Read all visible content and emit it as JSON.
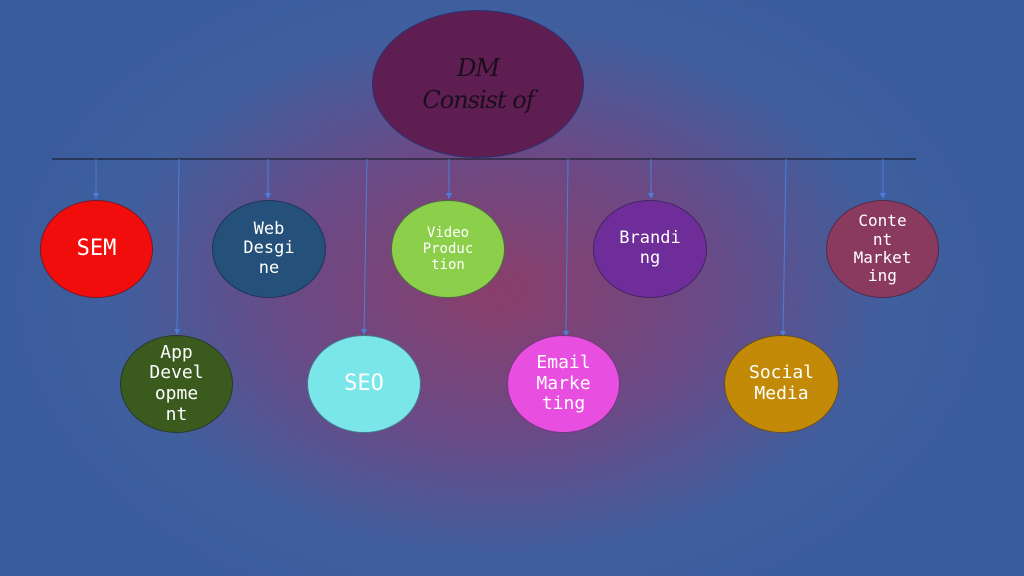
{
  "title": {
    "line1": "DM",
    "line2": "Consist of"
  },
  "nodes": [
    {
      "id": "sem",
      "label": "SEM",
      "color": "#f20d0d"
    },
    {
      "id": "app-development",
      "label": "App\nDevel\nopme\nnt",
      "color": "#3a5a1e"
    },
    {
      "id": "web-design",
      "label": "Web\nDesgi\nne",
      "color": "#24507a"
    },
    {
      "id": "seo",
      "label": "SEO",
      "color": "#7ae6ea"
    },
    {
      "id": "video-production",
      "label": "Video\nProduc\ntion",
      "color": "#8ccf4a"
    },
    {
      "id": "email-marketing",
      "label": "Email\nMarke\nting",
      "color": "#e84fe0"
    },
    {
      "id": "branding",
      "label": "Brandi\nng",
      "color": "#6f2d9a"
    },
    {
      "id": "social-media",
      "label": "Social\nMedia",
      "color": "#c28a06"
    },
    {
      "id": "content-marketing",
      "label": "Conte\nnt\nMarket\ning",
      "color": "#8a3a5e"
    }
  ],
  "colors": {
    "line": "#1f2230",
    "connector": "#4a7ed8",
    "root_fill": "#5e1e52"
  }
}
